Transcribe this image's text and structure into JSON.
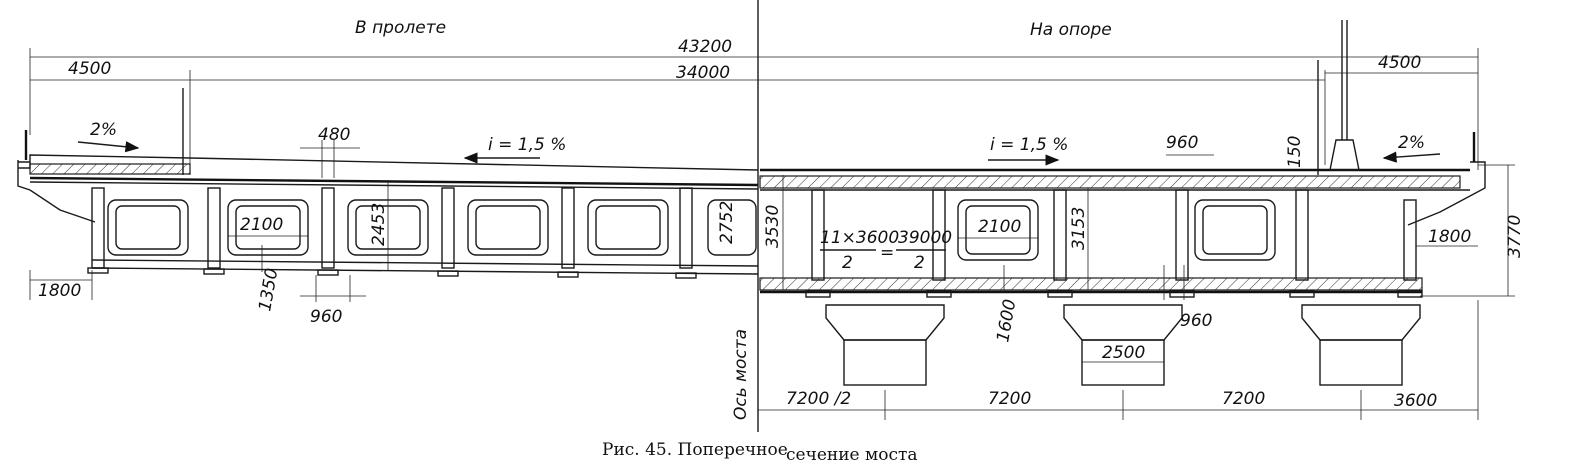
{
  "headings": {
    "span": "В пролете",
    "support": "На опоре"
  },
  "dims": {
    "total_width": "43200",
    "roadway_width": "34000",
    "sidewalk_left": "4500",
    "sidewalk_right": "4500",
    "slope_left": "2%",
    "slope_right": "2%",
    "grade_left": "i = 1,5 %",
    "grade_right": "i = 1,5 %",
    "d480": "480",
    "d960_top": "960",
    "d150": "150",
    "d2100_left": "2100",
    "d2100_right": "2100",
    "d2453": "2453",
    "d2752": "2752",
    "d3530": "3530",
    "d3153": "3153",
    "frac_left_num": "11×3600",
    "frac_left_den": "2",
    "eq": "=",
    "frac_right_num": "39000",
    "frac_right_den": "2",
    "d1800_left": "1800",
    "d1800_right": "1800",
    "d3770": "3770",
    "d1350": "1350",
    "d960_bottom_left": "960",
    "d1600": "1600",
    "d960_bottom_right": "960",
    "d2500": "2500",
    "axis_label": "Ось моста",
    "bottom_7200_half": "7200 /2",
    "bottom_7200_a": "7200",
    "bottom_7200_b": "7200",
    "bottom_3600": "3600"
  },
  "caption": {
    "prefix": "Рис. 45. Поперечное",
    "rest": "сечение моста"
  }
}
